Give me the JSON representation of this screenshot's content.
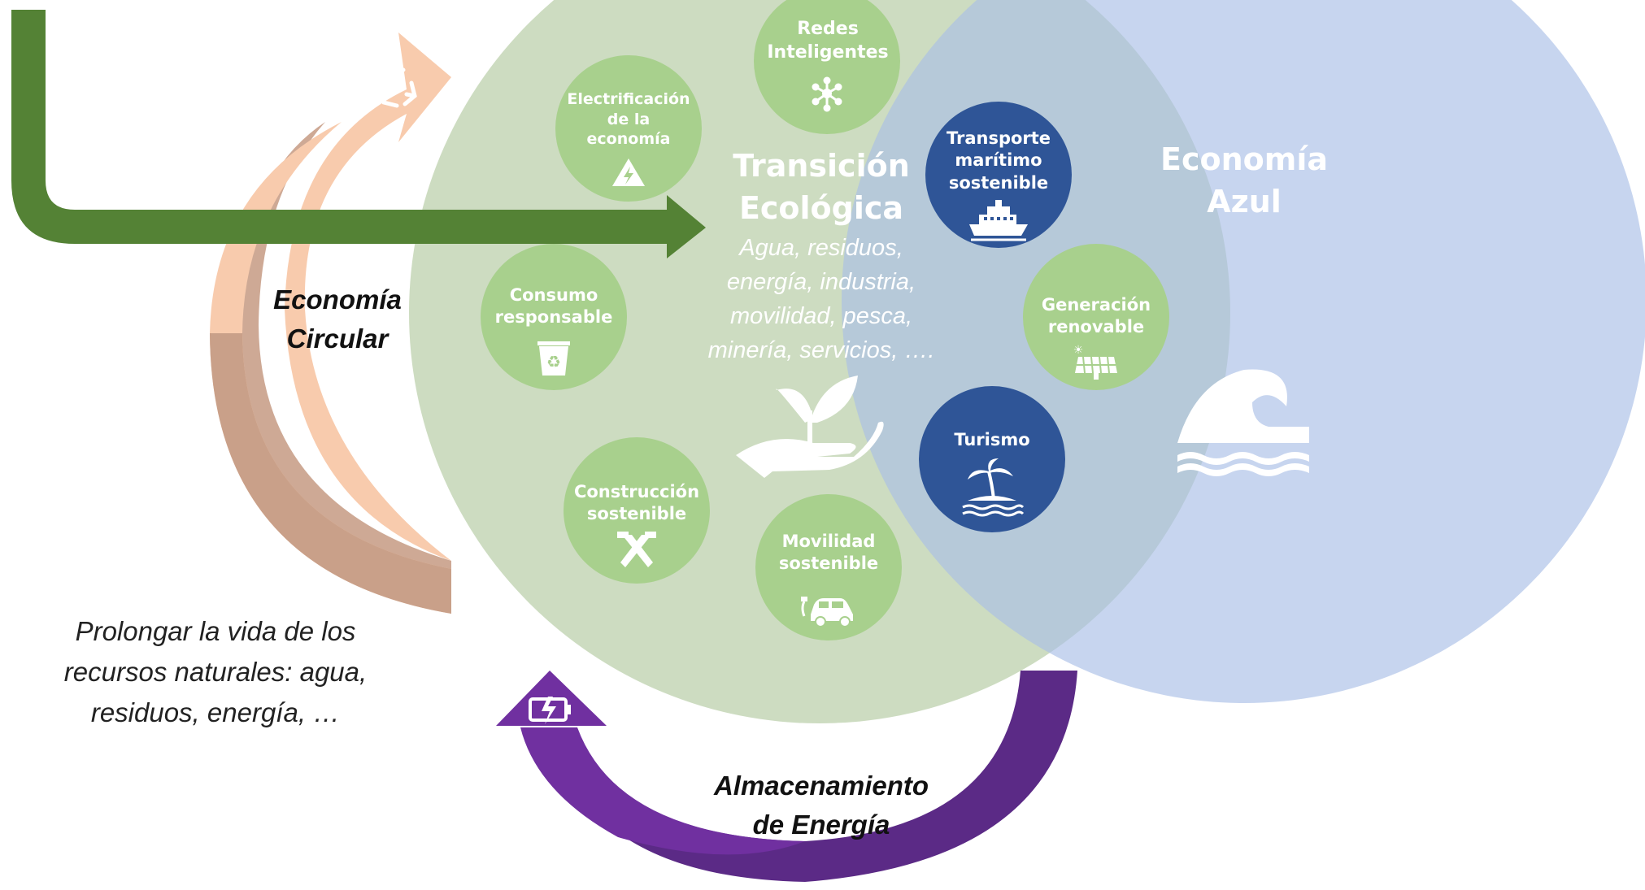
{
  "colors": {
    "green_circle": "#b5cca4",
    "blue_circle": "#a9bfe6",
    "light_green_bubble": "#a8d08d",
    "dark_blue_bubble": "#2f5597",
    "arrow_green": "#548235",
    "arrow_peach": "#f8cbad",
    "arrow_brown": "#c9a089",
    "arrow_purple": "#7030a0"
  },
  "circles": {
    "ecological": {
      "title": "Transición\nEcológica",
      "subtitle": "Agua, residuos,\nenergía, industria,\nmovilidad, pesca,\nminería, servicios, …."
    },
    "blue": {
      "title": "Economía\nAzul"
    }
  },
  "bubbles": [
    {
      "id": "redes",
      "label": "Redes\nInteligentes",
      "icon": "network-icon",
      "variant": "green"
    },
    {
      "id": "electrificacion",
      "label": "Electrificación\nde la\neconomía",
      "icon": "high-voltage-icon",
      "variant": "green"
    },
    {
      "id": "transporte",
      "label": "Transporte\nmarítimo\nsostenible",
      "icon": "ship-icon",
      "variant": "blue"
    },
    {
      "id": "consumo",
      "label": "Consumo\nresponsable",
      "icon": "recycle-bin-icon",
      "variant": "green"
    },
    {
      "id": "generacion",
      "label": "Generación\nrenovable",
      "icon": "solar-panel-icon",
      "variant": "green"
    },
    {
      "id": "turismo",
      "label": "Turismo",
      "icon": "island-palm-icon",
      "variant": "blue"
    },
    {
      "id": "construccion",
      "label": "Construcción\nsostenible",
      "icon": "hammer-tools-icon",
      "variant": "green"
    },
    {
      "id": "movilidad",
      "label": "Movilidad\nsostenible",
      "icon": "electric-car-icon",
      "variant": "green"
    }
  ],
  "labels": {
    "economia_circular": "Economía\nCircular",
    "prolongar": "Prolongar la vida de los\nrecursos naturales: agua,\nresiduos, energía, …",
    "almacenamiento": "Almacenamiento\nde Energía"
  },
  "icons": {
    "circular_arrow": "recycle-arrows-icon",
    "battery": "battery-charging-icon",
    "hand_plant": "hand-plant-icon",
    "wave": "wave-icon"
  }
}
